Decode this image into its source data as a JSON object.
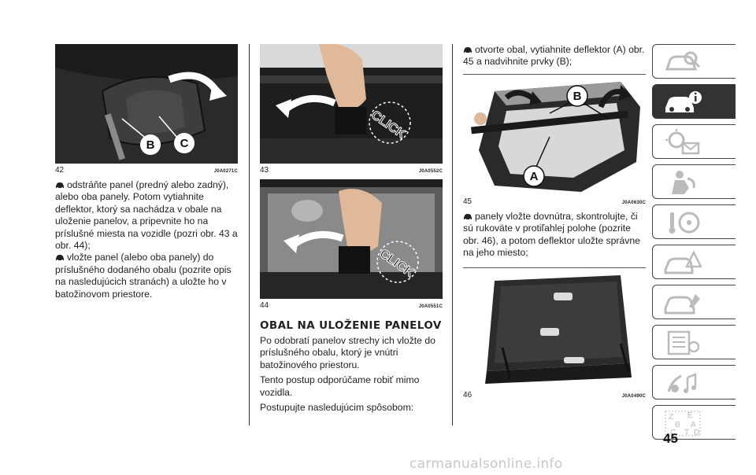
{
  "page": {
    "number": "45",
    "watermark": "carmanualsonline.info"
  },
  "figures": [
    {
      "num": "42",
      "code": "J0A0271C",
      "labels": [
        "B",
        "C"
      ]
    },
    {
      "num": "43",
      "code": "J0A0552C",
      "labels": [
        "CLICK"
      ]
    },
    {
      "num": "44",
      "code": "J0A0551C",
      "labels": [
        "CLICK"
      ]
    },
    {
      "num": "45",
      "code": "J0A0630C",
      "labels": [
        "B",
        "A"
      ]
    },
    {
      "num": "46",
      "code": "J0A0490C",
      "labels": []
    }
  ],
  "col1": {
    "bullet1": "odstráňte panel (predný alebo zadný), alebo oba panely. Potom vytiahnite deflektor, ktorý sa nachádza v obale na uloženie panelov, a pripevnite ho na príslušné miesta na vozidle (pozri obr. 43 a obr. 44);",
    "bullet2": "vložte panel (alebo oba panely) do príslušného dodaného obalu (pozrite opis na nasledujúcich stranách) a uložte ho v batožinovom priestore."
  },
  "col2": {
    "heading": "OBAL NA ULOŽENIE PANELOV",
    "p1": "Po odobratí panelov strechy ich vložte do príslušného obalu, ktorý je vnútri batožinového priestoru.",
    "p2": "Tento postup odporúčame robiť mimo vozidla.",
    "p3": "Postupujte nasledujúcim spôsobom:"
  },
  "col3": {
    "bullet1": "otvorte obal, vytiahnite deflektor (A) obr. 45 a nadvihnite prvky (B);",
    "bullet2": "panely vložte dovnútra, skontrolujte, či sú rukoväte v protiľahlej polohe (pozrite obr. 46), a potom deflektor uložte správne na jeho miesto;"
  },
  "sidebar": [
    {
      "icon": "dashboard-search-icon",
      "active": false
    },
    {
      "icon": "car-info-icon",
      "active": true
    },
    {
      "icon": "warning-light-message-icon",
      "active": false
    },
    {
      "icon": "safety-person-icon",
      "active": false
    },
    {
      "icon": "steering-key-icon",
      "active": false
    },
    {
      "icon": "road-warning-icon",
      "active": false
    },
    {
      "icon": "car-service-icon",
      "active": false
    },
    {
      "icon": "specifications-list-icon",
      "active": false
    },
    {
      "icon": "multimedia-icon",
      "active": false
    },
    {
      "icon": "alphabetical-index-icon",
      "active": false
    }
  ],
  "colors": {
    "active_tab": "#333333",
    "figure_bg": "#1a1a1a"
  }
}
